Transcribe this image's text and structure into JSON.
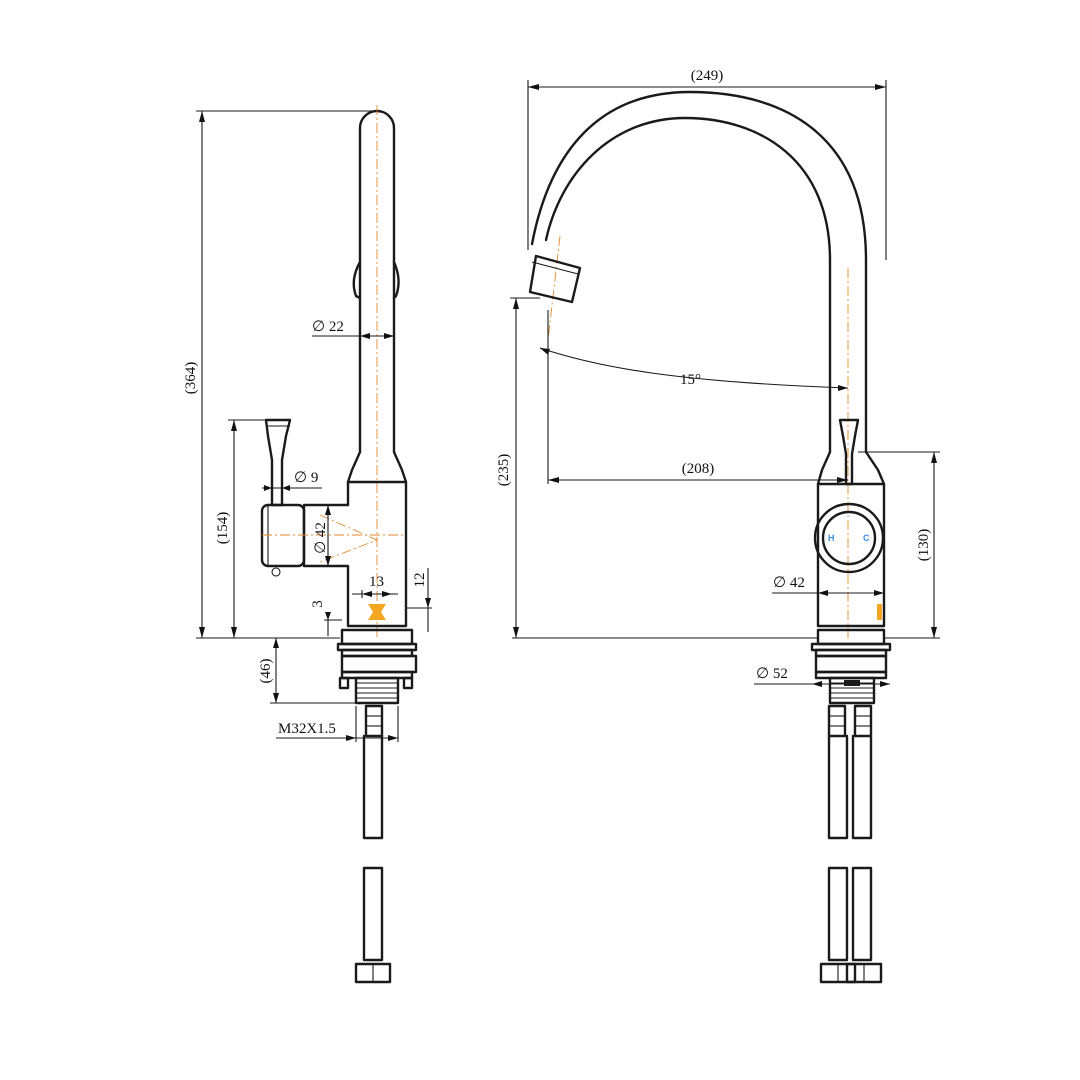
{
  "dimensions": {
    "overall_height": "(364)",
    "spout_diameter": "∅ 22",
    "lever_diameter": "∅ 9",
    "lever_height": "(154)",
    "body_diameter_side": "∅ 42",
    "dim_13": "13",
    "dim_12": "12",
    "dim_3": "3",
    "shank_length": "(46)",
    "thread": "M32X1.5",
    "overall_reach": "(249)",
    "swivel_angle": "15°",
    "spout_reach": "(208)",
    "spout_height": "(235)",
    "body_height": "(130)",
    "body_diameter_front": "∅ 42",
    "base_diameter": "∅ 52"
  },
  "markings": {
    "hot": "H",
    "cold": "C"
  },
  "colors": {
    "line": "#1a1a1a",
    "centerline": "#e08a2e",
    "accent_orange": "#f5a623",
    "hot_cold_marks": "#3a8ee6"
  }
}
